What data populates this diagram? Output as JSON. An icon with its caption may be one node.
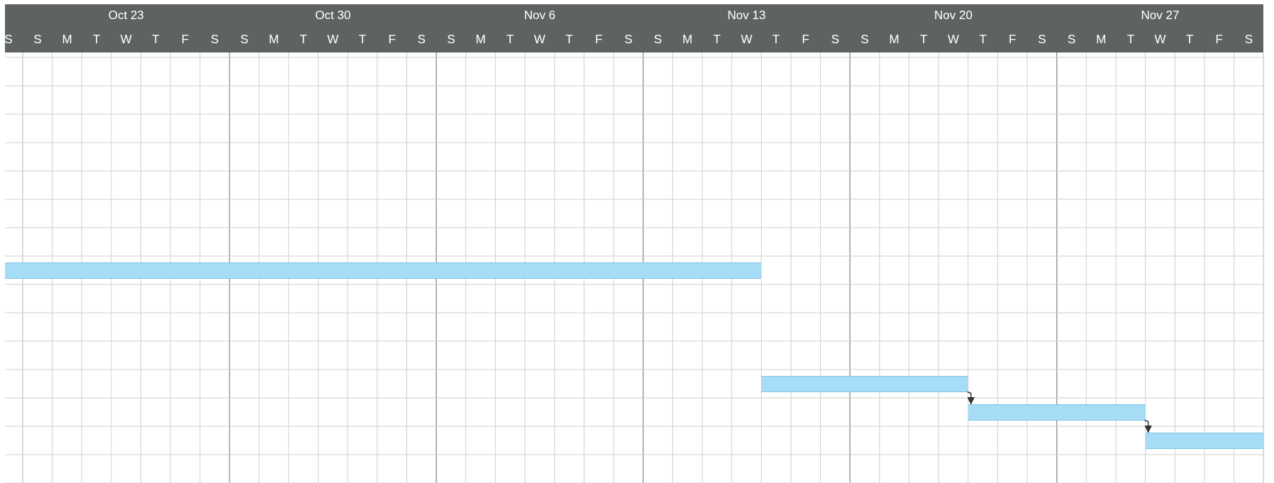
{
  "diagram": {
    "nodes": [
      {
        "text": [],
        "shape": "bar"
      },
      {
        "text": [],
        "shape": "bar"
      },
      {
        "text": [],
        "shape": "bar"
      },
      {
        "text": [],
        "shape": "bar"
      }
    ],
    "edges": [
      {
        "from": 1,
        "to": 2,
        "arrow": "to"
      },
      {
        "from": 2,
        "to": 3,
        "arrow": "to"
      }
    ],
    "labels": [
      "Oct 23",
      "Oct 30",
      "Nov 6",
      "Nov 13",
      "Nov 20",
      "Nov 27",
      "S",
      "S",
      "M",
      "T",
      "W",
      "T",
      "F",
      "S",
      "S",
      "M",
      "T",
      "W",
      "T",
      "F",
      "S",
      "S",
      "M",
      "T",
      "W",
      "T",
      "F",
      "S",
      "S",
      "M",
      "T",
      "W",
      "T",
      "F",
      "S",
      "S",
      "M",
      "T",
      "W",
      "T",
      "F",
      "S",
      "S",
      "M",
      "T",
      "W",
      "T",
      "F",
      "S"
    ]
  }
}
